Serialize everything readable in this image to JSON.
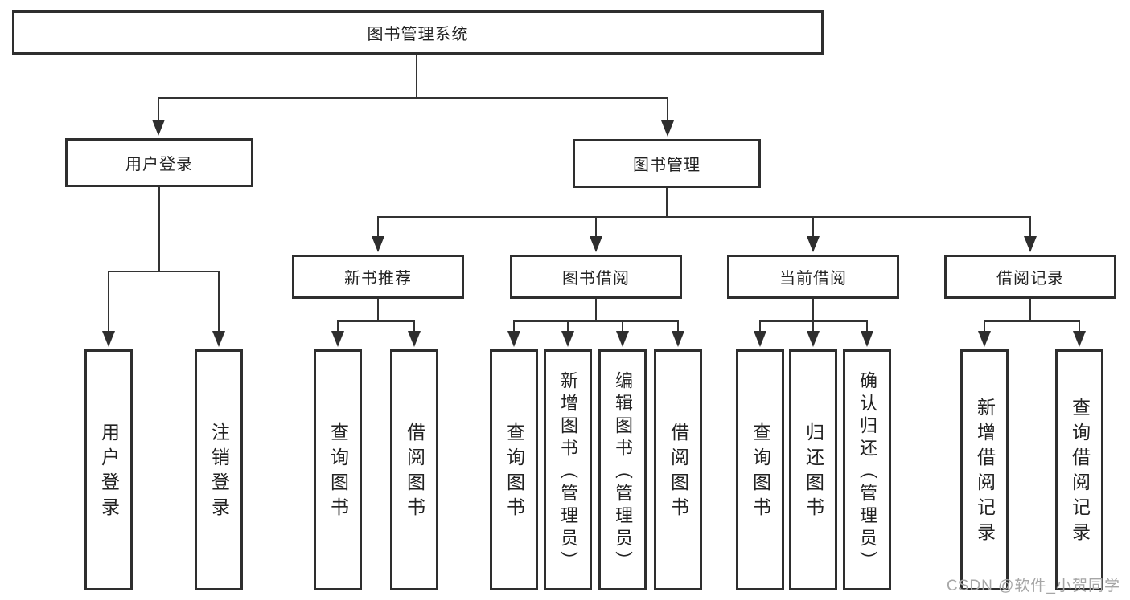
{
  "diagram": {
    "root": {
      "label": "图书管理系统"
    },
    "branches": [
      {
        "label": "用户登录",
        "leaves": [
          {
            "label": "用户登录"
          },
          {
            "label": "注销登录"
          }
        ]
      },
      {
        "label": "图书管理",
        "groups": [
          {
            "label": "新书推荐",
            "leaves": [
              {
                "label": "查询图书"
              },
              {
                "label": "借阅图书"
              }
            ]
          },
          {
            "label": "图书借阅",
            "leaves": [
              {
                "label": "查询图书"
              },
              {
                "label": "新增图书（管理员）"
              },
              {
                "label": "编辑图书（管理员）"
              },
              {
                "label": "借阅图书"
              }
            ]
          },
          {
            "label": "当前借阅",
            "leaves": [
              {
                "label": "查询图书"
              },
              {
                "label": "归还图书"
              },
              {
                "label": "确认归还（管理员）"
              }
            ]
          },
          {
            "label": "借阅记录",
            "leaves": [
              {
                "label": "新增借阅记录"
              },
              {
                "label": "查询借阅记录"
              }
            ]
          }
        ]
      }
    ]
  },
  "watermark": {
    "text": "CSDN @软件_小贺同学"
  },
  "colors": {
    "line": "#333333",
    "box_border": "#2e2e2e",
    "text": "#222222",
    "background": "#ffffff",
    "watermark": "#a6a6a6"
  }
}
